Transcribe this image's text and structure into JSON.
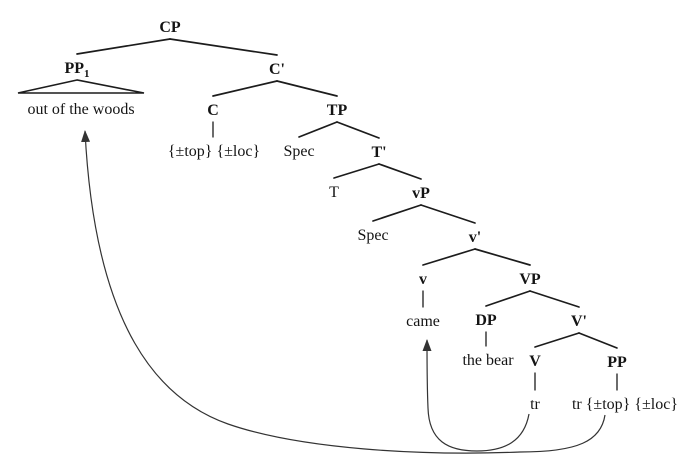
{
  "diagram": {
    "type": "syntax-tree",
    "background_color": "#ffffff",
    "text_color": "#141414",
    "line_color": "#1c1c1c",
    "arrow_color": "#333333",
    "nodes": [
      {
        "id": "CP",
        "label": "CP",
        "bold": true
      },
      {
        "id": "PP1",
        "label": "PP",
        "sub": "1",
        "bold": true
      },
      {
        "id": "Cbar",
        "label": "C'",
        "bold": true
      },
      {
        "id": "out-woods",
        "label": "out of the woods",
        "bold": false
      },
      {
        "id": "C",
        "label": "C",
        "bold": true
      },
      {
        "id": "TP",
        "label": "TP",
        "bold": true
      },
      {
        "id": "C-feat",
        "label": "{±top} {±loc}",
        "bold": false
      },
      {
        "id": "SpecTP",
        "label": "Spec",
        "bold": false
      },
      {
        "id": "Tbar",
        "label": "T'",
        "bold": true
      },
      {
        "id": "T",
        "label": "T",
        "bold": false
      },
      {
        "id": "vP",
        "label": "vP",
        "bold": true
      },
      {
        "id": "SpecvP",
        "label": "Spec",
        "bold": false
      },
      {
        "id": "vbar",
        "label": "v'",
        "bold": true
      },
      {
        "id": "v",
        "label": "v",
        "bold": true
      },
      {
        "id": "VP",
        "label": "VP",
        "bold": true
      },
      {
        "id": "came",
        "label": "came",
        "bold": false
      },
      {
        "id": "DP",
        "label": "DP",
        "bold": true
      },
      {
        "id": "Vbar",
        "label": "V'",
        "bold": true
      },
      {
        "id": "the-bear",
        "label": "the bear",
        "bold": false
      },
      {
        "id": "V",
        "label": "V",
        "bold": true
      },
      {
        "id": "PP",
        "label": "PP",
        "bold": true
      },
      {
        "id": "tr-V",
        "label": "tr",
        "bold": false
      },
      {
        "id": "tr-PP",
        "label": "tr {±top} {±loc}",
        "bold": false
      }
    ],
    "edges": [
      {
        "parent": "CP",
        "child": "PP1",
        "type": "branch"
      },
      {
        "parent": "CP",
        "child": "Cbar",
        "type": "branch"
      },
      {
        "parent": "PP1",
        "child": "out-woods",
        "type": "triangle"
      },
      {
        "parent": "Cbar",
        "child": "C",
        "type": "branch"
      },
      {
        "parent": "Cbar",
        "child": "TP",
        "type": "branch"
      },
      {
        "parent": "C",
        "child": "C-feat",
        "type": "bar"
      },
      {
        "parent": "TP",
        "child": "SpecTP",
        "type": "branch"
      },
      {
        "parent": "TP",
        "child": "Tbar",
        "type": "branch"
      },
      {
        "parent": "Tbar",
        "child": "T",
        "type": "branch"
      },
      {
        "parent": "Tbar",
        "child": "vP",
        "type": "branch"
      },
      {
        "parent": "vP",
        "child": "SpecvP",
        "type": "branch"
      },
      {
        "parent": "vP",
        "child": "vbar",
        "type": "branch"
      },
      {
        "parent": "vbar",
        "child": "v",
        "type": "branch"
      },
      {
        "parent": "vbar",
        "child": "VP",
        "type": "branch"
      },
      {
        "parent": "v",
        "child": "came",
        "type": "bar"
      },
      {
        "parent": "VP",
        "child": "DP",
        "type": "branch"
      },
      {
        "parent": "VP",
        "child": "Vbar",
        "type": "branch"
      },
      {
        "parent": "DP",
        "child": "the-bear",
        "type": "bar"
      },
      {
        "parent": "Vbar",
        "child": "V",
        "type": "branch"
      },
      {
        "parent": "Vbar",
        "child": "PP",
        "type": "branch"
      },
      {
        "parent": "V",
        "child": "tr-V",
        "type": "bar"
      },
      {
        "parent": "PP",
        "child": "tr-PP",
        "type": "bar"
      }
    ],
    "arrows": [
      {
        "id": "pp-movement",
        "from": "tr-PP",
        "to": "out-woods"
      },
      {
        "id": "v-movement",
        "from": "tr-V",
        "to": "came"
      }
    ]
  }
}
